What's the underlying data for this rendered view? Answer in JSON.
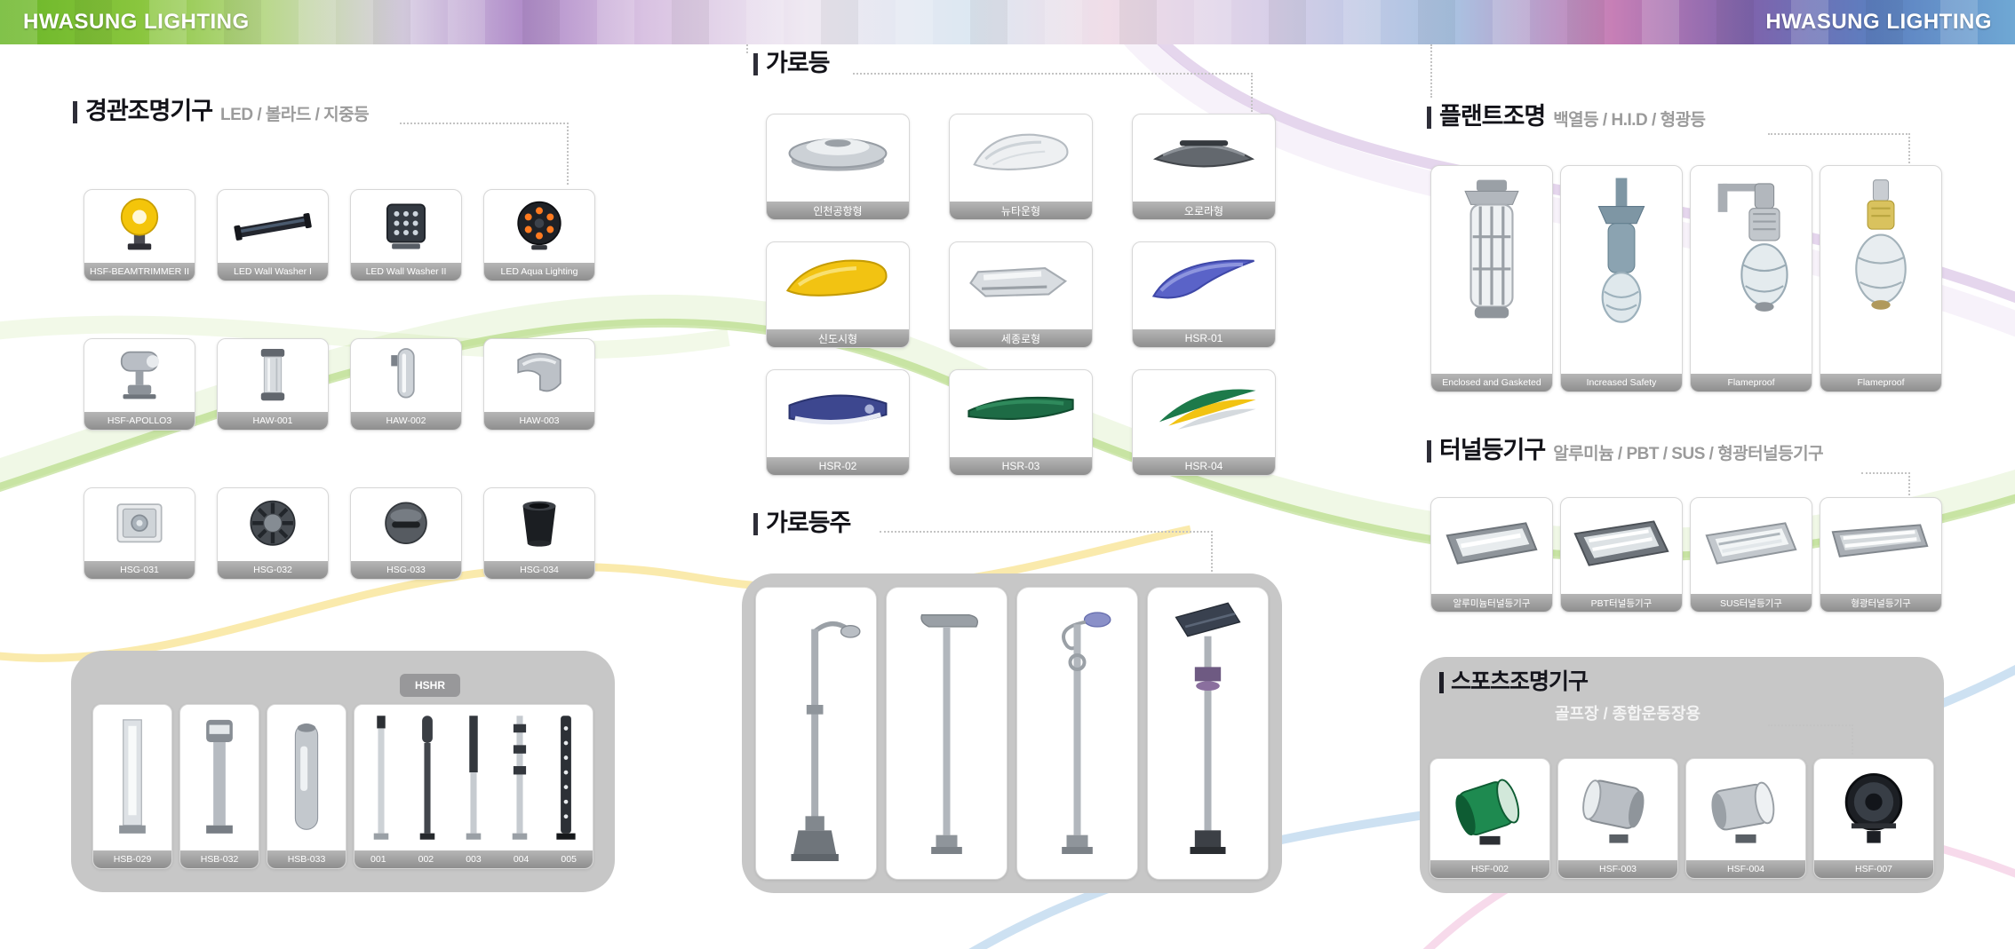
{
  "header": {
    "brand": "HWASUNG LIGHTING"
  },
  "sections": {
    "landscape": {
      "title": "경관조명기구",
      "subtitle": "LED / 볼라드 / 지중등",
      "items": [
        "HSF-BEAMTRIMMER II",
        "LED Wall Washer I",
        "LED Wall Washer II",
        "LED Aqua Lighting",
        "HSF-APOLLO3",
        "HAW-001",
        "HAW-002",
        "HAW-003",
        "HSG-031",
        "HSG-032",
        "HSG-033",
        "HSG-034"
      ],
      "bollards": {
        "items": [
          "HSB-029",
          "HSB-032",
          "HSB-033"
        ],
        "group_label": "HSHR",
        "group_items": [
          "001",
          "002",
          "003",
          "004",
          "005"
        ]
      }
    },
    "streetlight": {
      "title": "가로등",
      "items": [
        "인천공항형",
        "뉴타운형",
        "오로라형",
        "신도시형",
        "세종로형",
        "HSR-01",
        "HSR-02",
        "HSR-03",
        "HSR-04"
      ]
    },
    "pole": {
      "title": "가로등주"
    },
    "plant": {
      "title": "플랜트조명",
      "subtitle": "백열등 / H.I.D / 형광등",
      "items": [
        "Enclosed and Gasketed",
        "Increased Safety",
        "Flameproof",
        "Flameproof"
      ]
    },
    "tunnel": {
      "title": "터널등기구",
      "subtitle": "알루미늄 / PBT / SUS / 형광터널등기구",
      "items": [
        "알루미늄터널등기구",
        "PBT터널등기구",
        "SUS터널등기구",
        "형광터널등기구"
      ]
    },
    "sports": {
      "title": "스포츠조명기구",
      "subtitle": "골프장 / 종합운동장용",
      "items": [
        "HSF-002",
        "HSF-003",
        "HSF-004",
        "HSF-007"
      ]
    }
  },
  "colors": {
    "header_green": "#69b627",
    "panel_gray": "#c7c7c7",
    "label_gray": "#9a9a9a"
  }
}
